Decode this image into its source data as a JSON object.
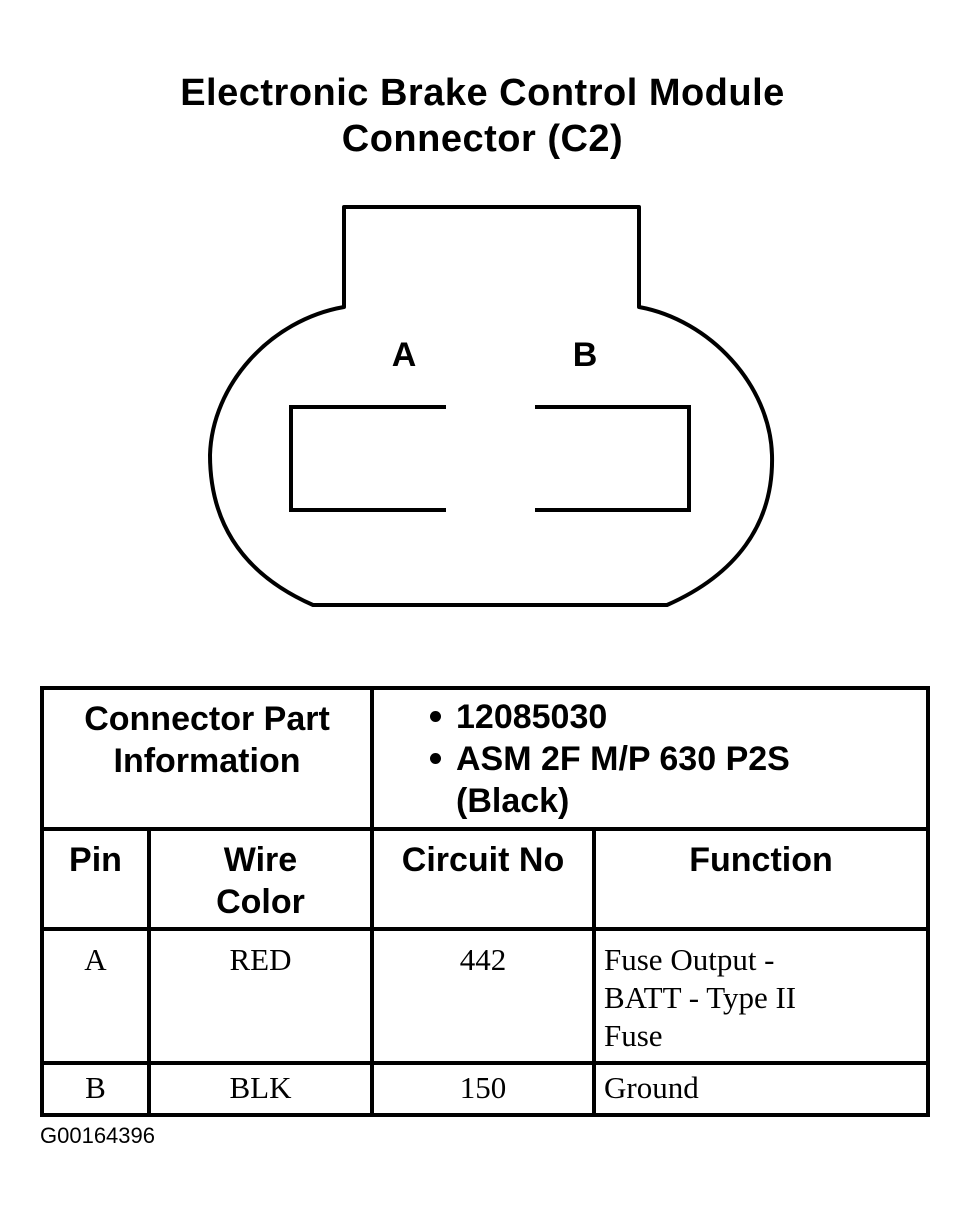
{
  "title": {
    "line1": "Electronic Brake Control Module",
    "line2": "Connector (C2)"
  },
  "connector": {
    "pins": [
      {
        "label": "A"
      },
      {
        "label": "B"
      }
    ]
  },
  "part_info": {
    "label_line1": "Connector Part",
    "label_line2": "Information",
    "items": [
      "12085030",
      "ASM 2F M/P 630 P2S",
      "(Black)"
    ]
  },
  "table": {
    "headers": {
      "pin": "Pin",
      "wire_line1": "Wire",
      "wire_line2": "Color",
      "circuit": "Circuit No",
      "function": "Function"
    },
    "rows": [
      {
        "pin": "A",
        "wire_color": "RED",
        "circuit": "442",
        "function_lines": [
          "Fuse Output -",
          "BATT - Type II",
          "Fuse"
        ]
      },
      {
        "pin": "B",
        "wire_color": "BLK",
        "circuit": "150",
        "function_lines": [
          "Ground"
        ]
      }
    ]
  },
  "footer": {
    "code": "G00164396"
  }
}
